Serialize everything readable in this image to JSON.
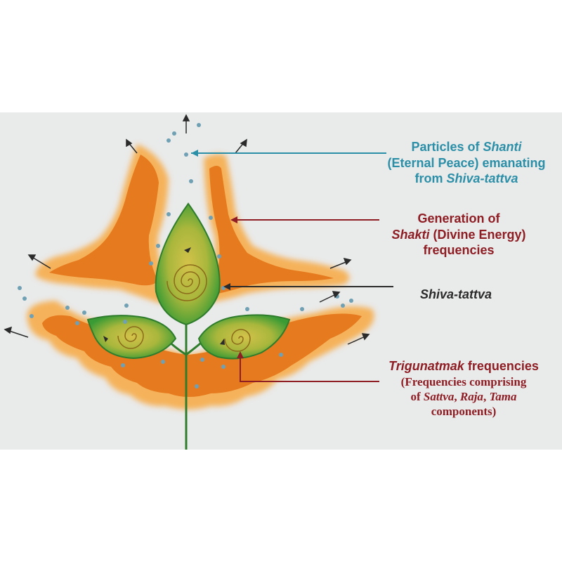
{
  "labels": {
    "shanti": {
      "line1_pre": "Particles of ",
      "line1_em": "Shanti",
      "line2": "(Eternal Peace) emanating",
      "line3_pre": "from ",
      "line3_em": "Shiva-tattva"
    },
    "shakti": {
      "line1": "Generation of",
      "line2_em": "Shakti",
      "line2_post": " (Divine Energy)",
      "line3": "frequencies"
    },
    "shiva_tattva": "Shiva-tattva",
    "trigunatmak": {
      "line1_em": "Trigunatmak",
      "line1_post": " frequencies",
      "line2": "(Frequencies comprising",
      "line3_pre": "of ",
      "line3_em1": "Sattva",
      "line3_mid1": ", ",
      "line3_em2": "Raja",
      "line3_mid2": ", ",
      "line3_em3": "Tama",
      "line4": "components)"
    }
  },
  "colors": {
    "background": "#e9eaea",
    "flame_outer": "#f5b25a",
    "flame_inner": "#e67a1e",
    "leaf": "#3a9b35",
    "leaf_center": "#c8b43c",
    "spiral": "#8a6a1a",
    "particle": "#6fa0b4",
    "teal_pointer": "#2c8fa8",
    "red_pointer": "#8e1d24",
    "dark_pointer": "#2b2b2b"
  }
}
